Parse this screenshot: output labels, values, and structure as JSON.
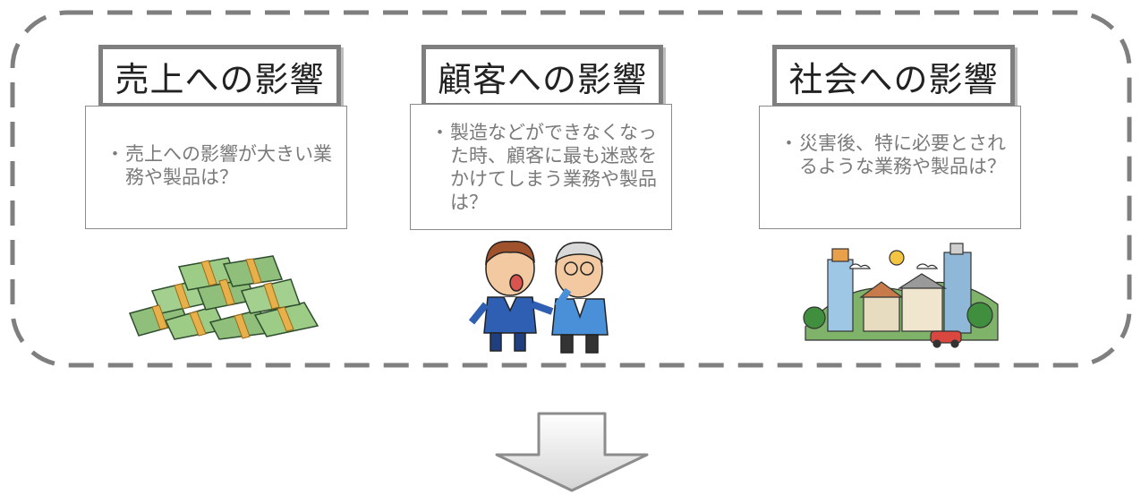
{
  "columns": [
    {
      "title": "売上への影響",
      "bullet": "・",
      "description": "売上への影響が大きい業務や製品は？",
      "illustration": "money-stacks"
    },
    {
      "title": "顧客への影響",
      "bullet": "・",
      "description": "製造などができなくなった時、顧客に最も迷惑をかけてしまう業務や製品は？",
      "illustration": "two-businessmen"
    },
    {
      "title": "社会への影響",
      "bullet": "・",
      "description": "災害後、特に必要とされるような業務や製品は？",
      "illustration": "townscape"
    }
  ],
  "colors": {
    "frame_dash": "#7f7f7f",
    "title_border": "#7f7f7f",
    "desc_text": "#7a7a7a",
    "arrow_stroke": "#8c8c8c",
    "arrow_fill_top": "#ffffff",
    "arrow_fill_bottom": "#d9d9d9"
  },
  "icons": [
    "down-arrow-icon"
  ]
}
